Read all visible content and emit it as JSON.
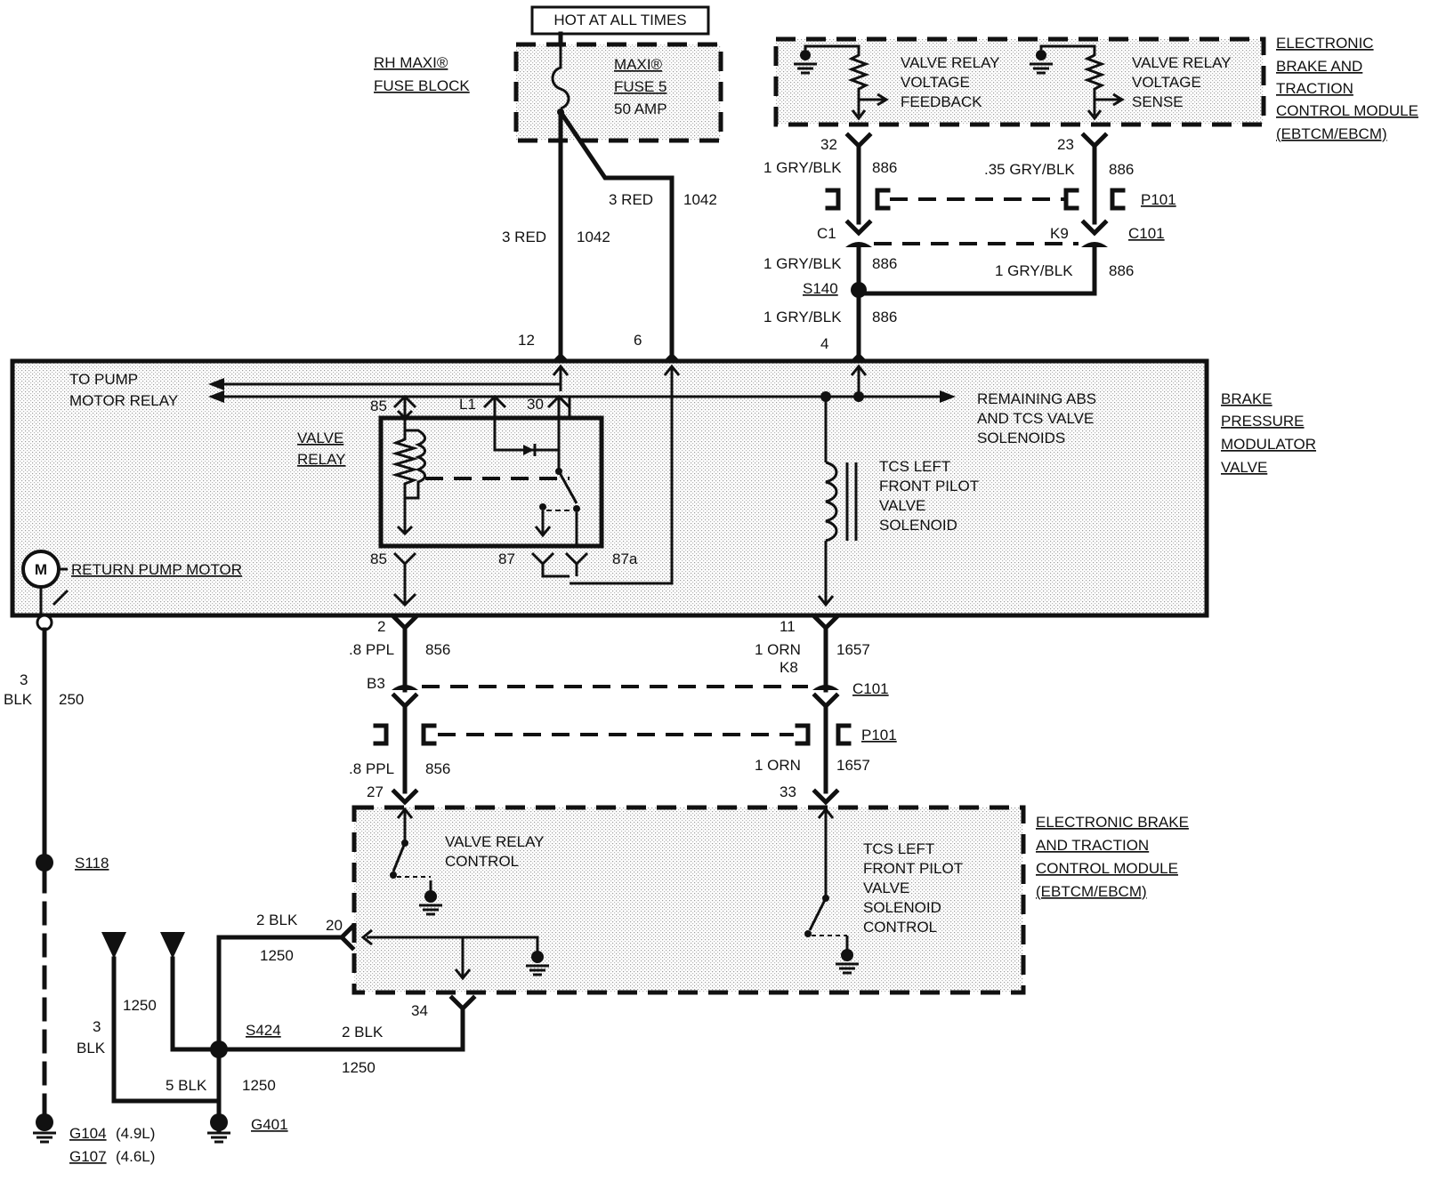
{
  "labels": {
    "hot_at_all_times": "HOT AT ALL TIMES",
    "rh_maxi": "RH MAXI®",
    "fuse_block": "FUSE BLOCK",
    "maxi": "MAXI®",
    "fuse5": "FUSE 5",
    "amp50": "50 AMP",
    "ebtcm_top": [
      "ELECTRONIC",
      "BRAKE AND",
      "TRACTION",
      "CONTROL MODULE",
      "(EBTCM/EBCM)"
    ],
    "vr_feedback": [
      "VALVE RELAY",
      "VOLTAGE",
      "FEEDBACK"
    ],
    "vr_sense": [
      "VALVE RELAY",
      "VOLTAGE",
      "SENSE"
    ],
    "w_3red": "3 RED",
    "c_1042": "1042",
    "c_886": "886",
    "w_1grybl": "1 GRY/BLK",
    "w_35grybl": ".35 GRY/BLK",
    "pin_32": "32",
    "pin_23": "23",
    "pin_12": "12",
    "pin_6": "6",
    "pin_4": "4",
    "p101": "P101",
    "c101": "C101",
    "c1": "C1",
    "k9": "K9",
    "s140": "S140",
    "to_pump": [
      "TO PUMP",
      "MOTOR RELAY"
    ],
    "valve_relay": [
      "VALVE",
      "RELAY"
    ],
    "pin_85": "85",
    "pin_l1": "L1",
    "pin_30": "30",
    "pin_87": "87",
    "pin_87a": "87a",
    "remaining": [
      "REMAINING ABS",
      "AND TCS VALVE",
      "SOLENOIDS"
    ],
    "tcs_solenoid": [
      "TCS LEFT",
      "FRONT PILOT",
      "VALVE",
      "SOLENOID"
    ],
    "bpmv": [
      "BRAKE",
      "PRESSURE",
      "MODULATOR",
      "VALVE"
    ],
    "motor_m": "M",
    "return_pump": "RETURN PUMP MOTOR",
    "pin_2": "2",
    "pin_11": "11",
    "w_8ppl": ".8 PPL",
    "c_856": "856",
    "w_1orn": "1 ORN",
    "c_1657": "1657",
    "k8": "K8",
    "b3": "B3",
    "pin_27": "27",
    "pin_33": "33",
    "pin_20": "20",
    "pin_34": "34",
    "w_3": "3",
    "w_blk": "BLK",
    "c_250": "250",
    "vr_control": [
      "VALVE RELAY",
      "CONTROL"
    ],
    "tcs_control": [
      "TCS LEFT",
      "FRONT PILOT",
      "VALVE",
      "SOLENOID",
      "CONTROL"
    ],
    "ebtcm_bottom": [
      "ELECTRONIC BRAKE",
      "AND TRACTION",
      "CONTROL MODULE",
      "(EBTCM/EBCM)"
    ],
    "w_2blk": "2 BLK",
    "c_1250": "1250",
    "s118": "S118",
    "s424": "S424",
    "w_5blk": "5 BLK",
    "g401": "G401",
    "g104": "G104",
    "g104_note": "(4.9L)",
    "g107": "G107",
    "g107_note": "(4.6L)"
  }
}
